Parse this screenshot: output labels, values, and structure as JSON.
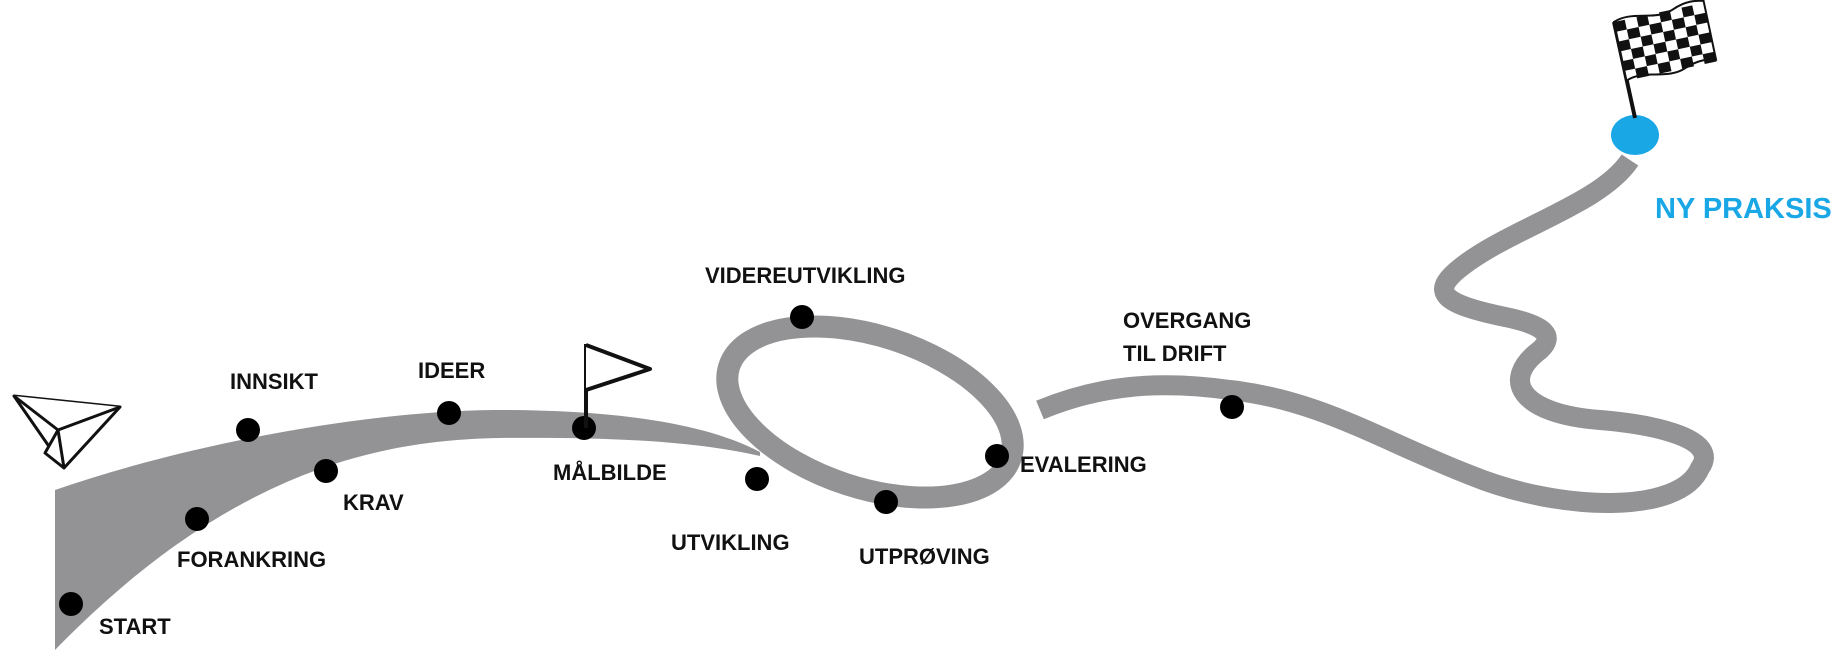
{
  "colors": {
    "road": "#939395",
    "dot": "#000000",
    "accent": "#1aa7e6",
    "text": "#111111"
  },
  "start_icon": "paper-plane-icon",
  "midpoint_icon": "flag-outline-icon",
  "finish_icon": "checkered-flag-icon",
  "milestones": {
    "start": "START",
    "forankring": "FORANKRING",
    "innsikt": "INNSIKT",
    "krav": "KRAV",
    "ideer": "IDEER",
    "malbilde": "MÅLBILDE",
    "utvikling": "UTVIKLING",
    "videreutvikling": "VIDEREUTVIKLING",
    "utproving": "UTPRØVING",
    "evalering": "EVALERING",
    "overgang_line1": "OVERGANG",
    "overgang_line2": "TIL DRIFT"
  },
  "finish_label": "NY PRAKSIS"
}
